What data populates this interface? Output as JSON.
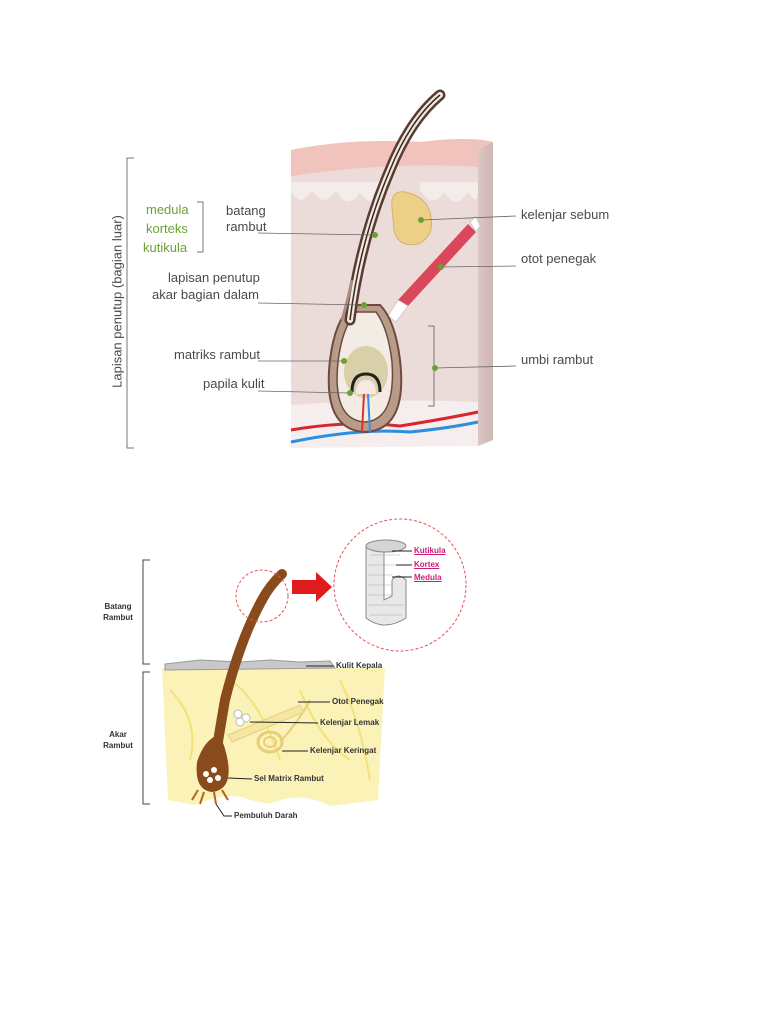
{
  "diagram1": {
    "side_bracket_label": "Lapisan penutup (bagian luar)",
    "shaft_layers": [
      "medula",
      "korteks",
      "kutikula"
    ],
    "labels": {
      "batang_rambut": [
        "batang",
        "rambut"
      ],
      "lapisan_dalam": [
        "lapisan penutup",
        "akar bagian dalam"
      ],
      "matriks": "matriks rambut",
      "papila": "papila kulit",
      "kelenjar": "kelenjar sebum",
      "otot": "otot penegak",
      "umbi": "umbi rambut"
    },
    "colors": {
      "green": "#6aa232",
      "leader": "#666666"
    }
  },
  "diagram2": {
    "left_labels": {
      "batang": [
        "Batang",
        "Rambut"
      ],
      "akar": [
        "Akar",
        "Rambut"
      ]
    },
    "inset_labels": [
      "Kutikula",
      "Kortex",
      "Medula"
    ],
    "labels": {
      "kulit_kepala": "Kulit Kepala",
      "otot_penegak": "Otot Penegak",
      "kelenjar_lemak": "Kelenjar Lemak",
      "kelenjar_keringat": "Kelenjar Keringat",
      "sel_matrix": "Sel Matrix Rambut",
      "pembuluh": "Pembuluh Darah"
    },
    "colors": {
      "hair": "#8a4b1c",
      "arrow": "#e01b1b",
      "inset_label": "#d01a7a"
    }
  }
}
